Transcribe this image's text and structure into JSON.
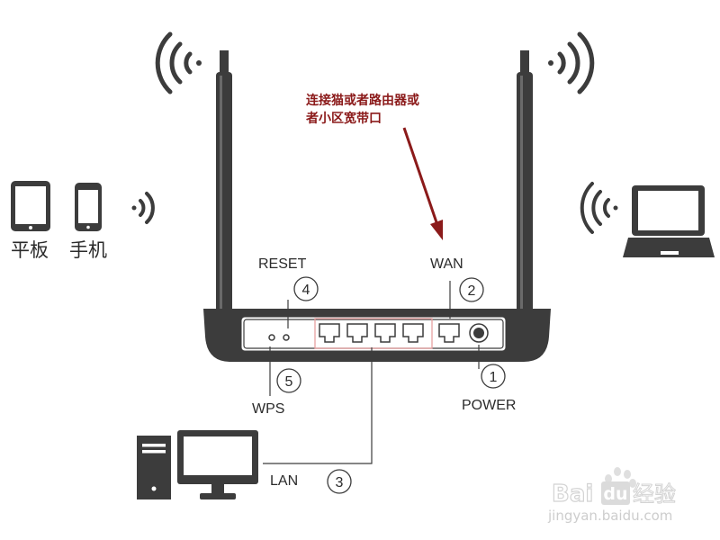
{
  "colors": {
    "device": "#3c3c3c",
    "arrow": "#8b1a1a",
    "port_highlight": "#e8a0a0",
    "watermark": "#d8d8d8"
  },
  "devices": {
    "tablet_label": "平板",
    "phone_label": "手机"
  },
  "ports": {
    "reset": {
      "label": "RESET",
      "number": "4"
    },
    "wan": {
      "label": "WAN",
      "number": "2"
    },
    "wps": {
      "label": "WPS",
      "number": "5"
    },
    "power": {
      "label": "POWER",
      "number": "1"
    },
    "lan": {
      "label": "LAN",
      "number": "3"
    }
  },
  "annotation": {
    "line1": "连接猫或者路由器或",
    "line2": "者小区宽带口"
  },
  "watermark": {
    "brand": "Bai",
    "brand_box": "du",
    "brand_cn": "经验",
    "url": "jingyan.baidu.com"
  },
  "icons": [
    "wifi-signal-icon",
    "tablet-icon",
    "phone-icon",
    "laptop-icon",
    "desktop-computer-icon",
    "router-icon"
  ]
}
